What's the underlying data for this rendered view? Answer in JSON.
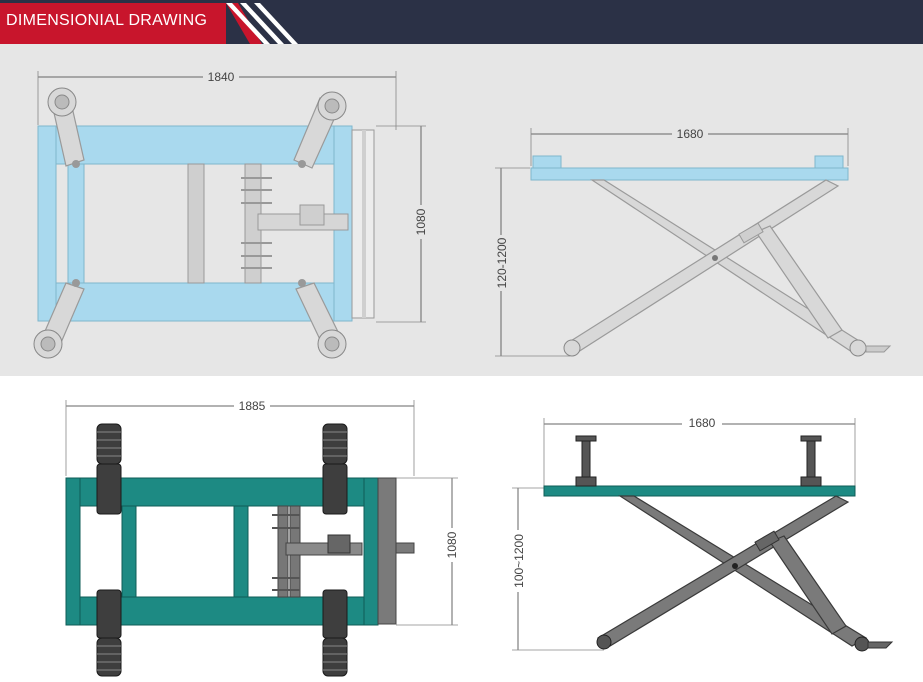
{
  "header": {
    "title": "DIMENSIONIAL DRAWING",
    "colors": {
      "bar": "#2b3146",
      "accent": "#c8152c"
    }
  },
  "top_left": {
    "width_label": "1840",
    "height_label": "1080",
    "frame_color": "#a9d9ee"
  },
  "top_right": {
    "length_label": "1680",
    "height_label": "120-1200",
    "frame_color": "#a9d9ee"
  },
  "bottom_left": {
    "width_label": "1885",
    "height_label": "1080",
    "frame_color": "#1d8a83"
  },
  "bottom_right": {
    "length_label": "1680",
    "height_label": "100~1200",
    "frame_color": "#1d8a83"
  }
}
